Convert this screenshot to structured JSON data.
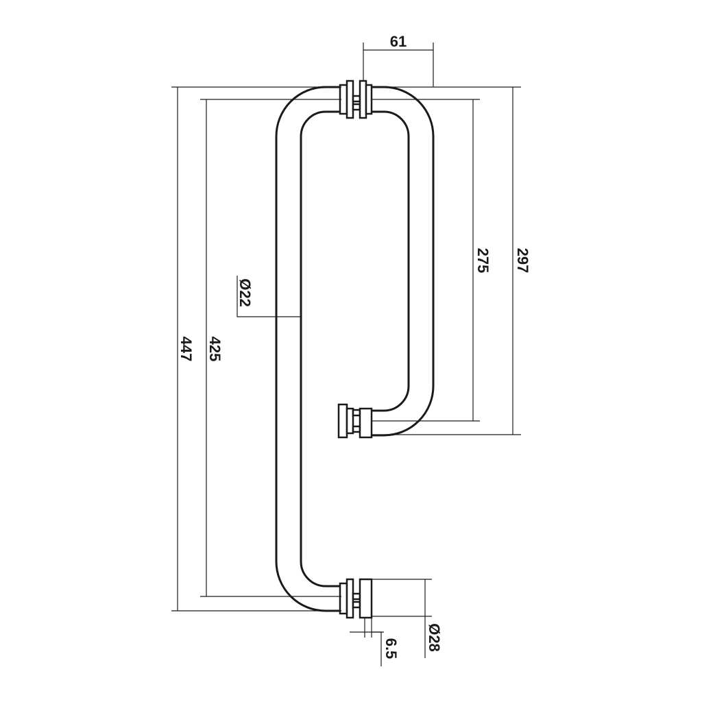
{
  "drawing": {
    "dimensions": {
      "top_offset": "61",
      "length_long_outer": "447",
      "length_long_inner": "425",
      "length_short_inner": "275",
      "length_short_outer": "297",
      "tube_diameter": "Ø22",
      "mount_diameter": "Ø28",
      "mount_thickness": "6.5"
    }
  }
}
